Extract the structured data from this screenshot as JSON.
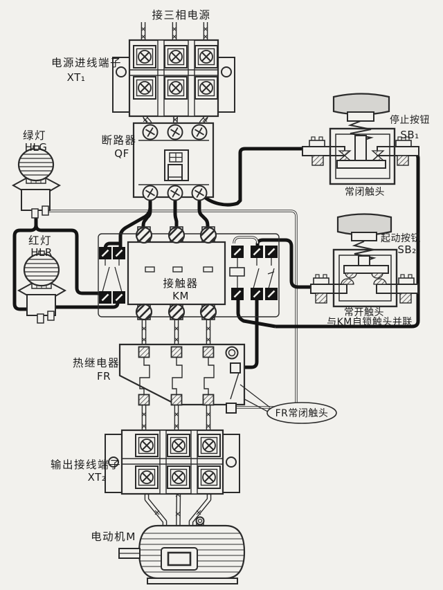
{
  "labels": {
    "supply": "接三相电源",
    "xt1_name": "电源进线端子",
    "xt1_code": "XT₁",
    "breaker_name": "断路器",
    "breaker_code": "QF",
    "green_lamp_name": "绿灯",
    "green_lamp_code": "HLG",
    "red_lamp_name": "红灯",
    "red_lamp_code": "HLR",
    "contactor_name": "接触器",
    "contactor_code": "KM",
    "stop_button_name": "停止按钮",
    "stop_button_code": "SB₁",
    "stop_button_contact": "常闭触头",
    "start_button_name": "起动按钮",
    "start_button_code": "SB₂",
    "start_button_contact": "常开触头",
    "start_button_note": "与KM自锁触头并联",
    "thermal_relay_name": "热继电器",
    "thermal_relay_code": "FR",
    "fr_contact_callout": "FR常闭触头",
    "xt2_name": "输出接线端子",
    "xt2_code": "XT₂",
    "motor_name": "电动机M"
  },
  "colors": {
    "background": "#f2f1ed",
    "line": "#2b2b2b",
    "heavy_wire": "#141414",
    "button_cap_fill": "#d6d5d1"
  }
}
